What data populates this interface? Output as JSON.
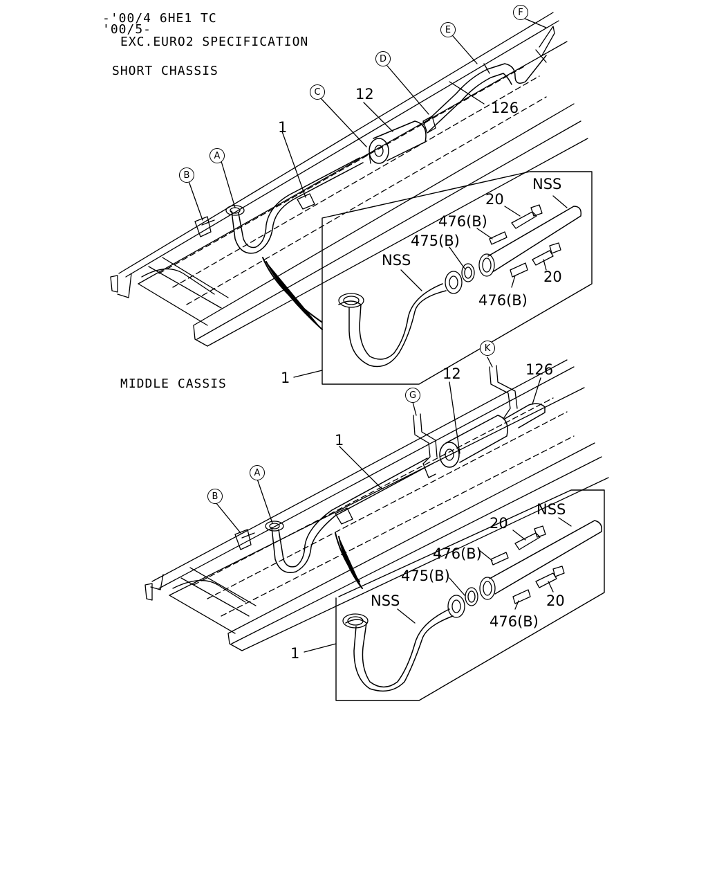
{
  "header": {
    "line1": "-'00/4 6HE1 TC",
    "line2": "'00/5-",
    "line3": "EXC.EURO2 SPECIFICATION"
  },
  "sections": {
    "short": "SHORT CHASSIS",
    "middle": "MIDDLE CASSIS"
  },
  "callouts": {
    "A": "A",
    "B": "B",
    "C": "C",
    "D": "D",
    "E": "E",
    "F": "F",
    "G": "G",
    "K": "K"
  },
  "parts": {
    "exhaust_pipe": "1",
    "muffler": "12",
    "tail_pipe": "126",
    "bolt": "20",
    "stud": "476(B)",
    "gasket": "475(B)",
    "nss": "NSS"
  }
}
